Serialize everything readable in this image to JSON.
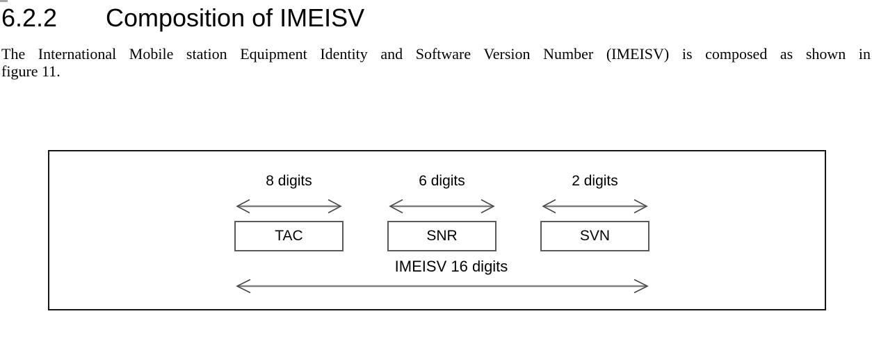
{
  "heading": {
    "number": "6.2.2",
    "title": "Composition of IMEISV"
  },
  "paragraph": {
    "line1": "The International Mobile station Equipment Identity and Software Version Number (IMEISV) is composed as shown in",
    "line2": "figure 11."
  },
  "figure": {
    "segments": [
      {
        "id": "tac",
        "digits_label": "8 digits",
        "box_label": "TAC"
      },
      {
        "id": "snr",
        "digits_label": "6 digits",
        "box_label": "SNR"
      },
      {
        "id": "svn",
        "digits_label": "2 digits",
        "box_label": "SVN"
      }
    ],
    "total_label": "IMEISV 16 digits",
    "colors": {
      "text": "#000000",
      "outer_border": "#161616",
      "inner_box_border": "#595959",
      "arrow_shaft": "#7d7d7d",
      "arrow_head": "#474747"
    }
  }
}
